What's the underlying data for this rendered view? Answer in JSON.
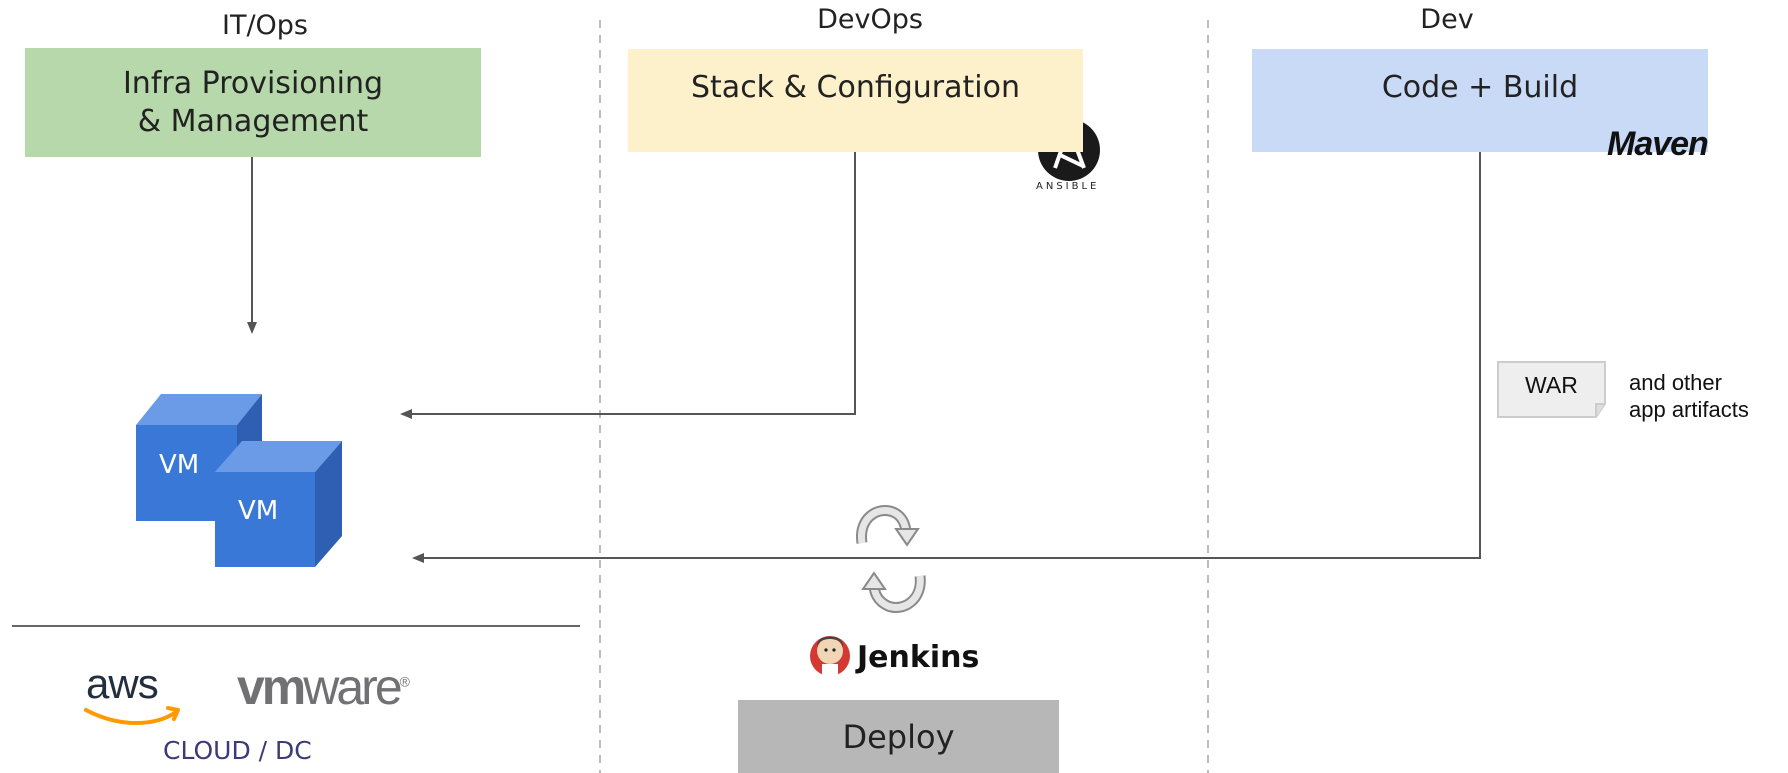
{
  "columns": {
    "itops": "IT/Ops",
    "devops": "DevOps",
    "dev": "Dev"
  },
  "boxes": {
    "infra": "Infra Provisioning\n& Management",
    "stack": "Stack & Configuration",
    "code": "Code + Build",
    "deploy": "Deploy"
  },
  "vms": [
    "VM",
    "VM"
  ],
  "artifact": {
    "label": "WAR",
    "note_line1": "and other",
    "note_line2": "app artifacts"
  },
  "logos": {
    "ansible": "ANSIBLE",
    "maven": "Maven",
    "jenkins": "Jenkins",
    "aws": "aws",
    "vmware_vm": "vm",
    "vmware_ware": "ware",
    "cloud": "CLOUD / DC"
  },
  "colors": {
    "infra_box": "#b6d8aa",
    "stack_box": "#fdf1cc",
    "code_box": "#c9daf7",
    "deploy_box": "#b7b7b7",
    "vm_blue": "#3a78d8",
    "aws_orange": "#ff9900",
    "cloud_text": "#3c3b7a"
  }
}
